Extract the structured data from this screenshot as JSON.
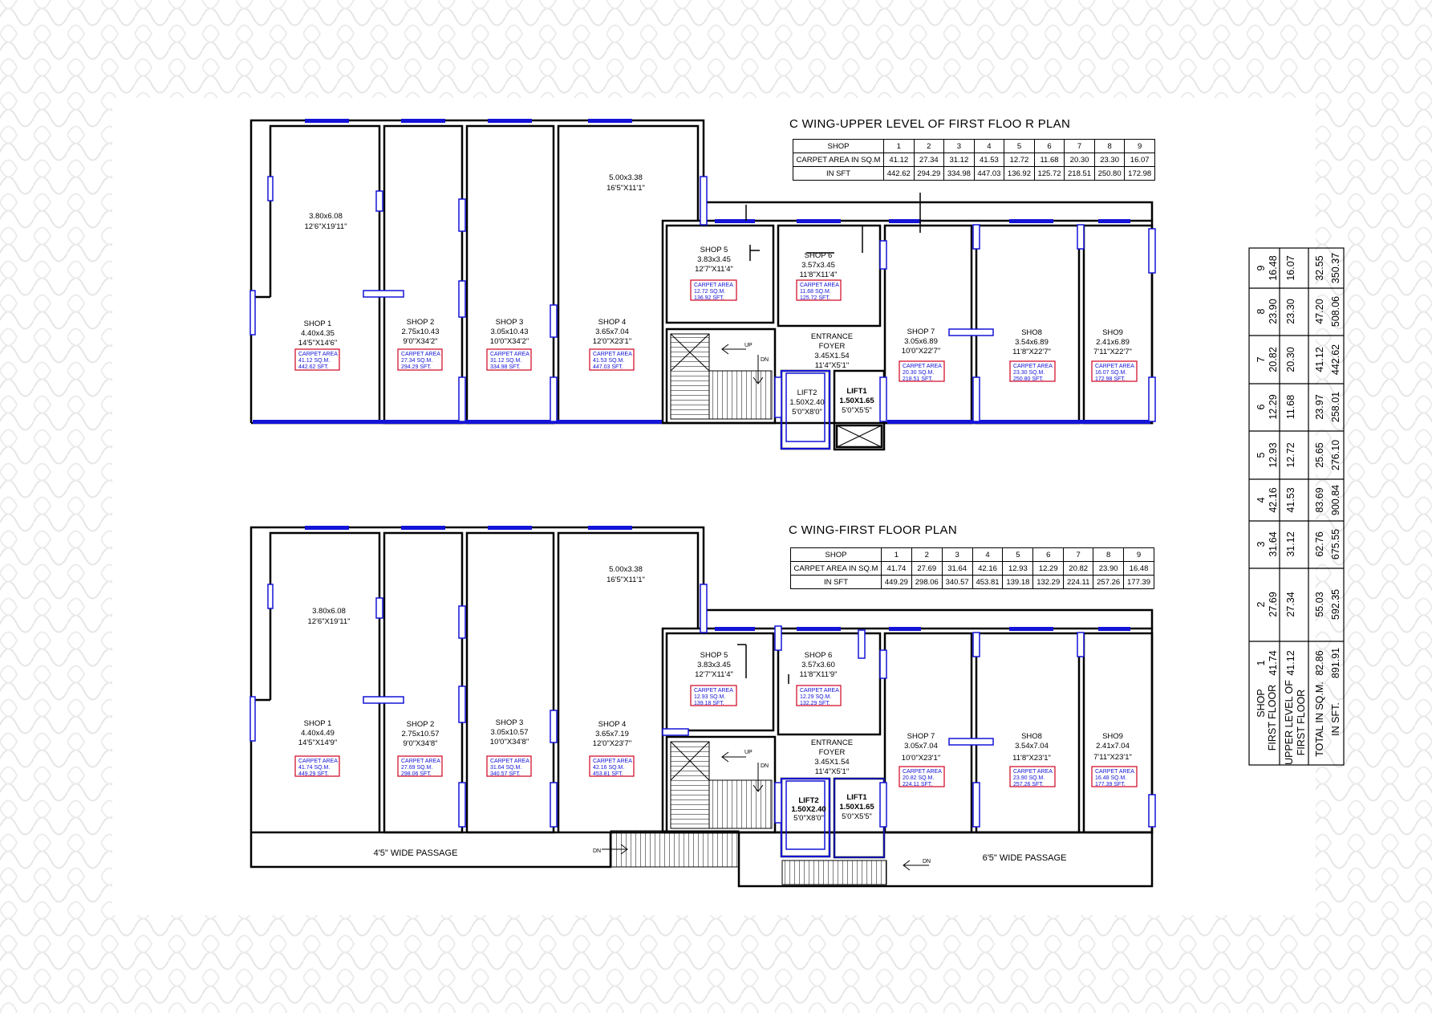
{
  "upper_plan": {
    "title": "C WING-UPPER LEVEL OF FIRST FLOO R PLAN",
    "table": {
      "header": [
        "SHOP",
        "1",
        "2",
        "3",
        "4",
        "5",
        "6",
        "7",
        "8",
        "9"
      ],
      "rows": [
        [
          "CARPET AREA IN SQ.M",
          "41.12",
          "27.34",
          "31.12",
          "41.53",
          "12.72",
          "11.68",
          "20.30",
          "23.30",
          "16.07"
        ],
        [
          "IN SFT",
          "442.62",
          "294.29",
          "334.98",
          "447.03",
          "136.92",
          "125.72",
          "218.51",
          "250.80",
          "172.98"
        ]
      ]
    },
    "rooms": {
      "room_top": [
        "5.00x3.38",
        "16'5\"X11'1\""
      ],
      "room_left": [
        "3.80x6.08",
        "12'6\"X19'11\""
      ],
      "shop1": [
        "SHOP 1",
        "4.40x4.35",
        "14'5\"X14'6\""
      ],
      "shop1_area": [
        "CARPET AREA",
        "41.12 SQ.M.",
        "442.62 SFT."
      ],
      "shop2": [
        "SHOP 2",
        "2.75x10.43",
        "9'0\"X34'2\""
      ],
      "shop2_area": [
        "CARPET AREA",
        "27.34 SQ.M.",
        "294.29 SFT."
      ],
      "shop3": [
        "SHOP 3",
        "3.05x10.43",
        "10'0\"X34'2\""
      ],
      "shop3_area": [
        "CARPET AREA",
        "31.12 SQ.M.",
        "334.98 SFT."
      ],
      "shop4": [
        "SHOP 4",
        "3.65x7.04",
        "12'0\"X23'1\""
      ],
      "shop4_area": [
        "CARPET AREA",
        "41.53 SQ.M.",
        "447.03 SFT."
      ],
      "shop5": [
        "SHOP 5",
        "3.83x3.45",
        "12'7\"X11'4\""
      ],
      "shop5_area": [
        "CARPET AREA",
        "12.72 SQ.M.",
        "136.92 SFT."
      ],
      "shop6": [
        "SHOP 6",
        "3.57x3.45",
        "11'8\"X11'4\""
      ],
      "shop6_area": [
        "CARPET AREA",
        "11.68 SQ.M.",
        "125.72 SFT."
      ],
      "shop7": [
        "SHOP 7",
        "3.05x6.89",
        "10'0\"X22'7\""
      ],
      "shop7_area": [
        "CARPET AREA",
        "20.30 SQ.M.",
        "218.51 SFT."
      ],
      "shop8": [
        "SHO8",
        "3.54x6.89",
        "11'8\"X22'7\""
      ],
      "shop8_area": [
        "CARPET AREA",
        "23.30 SQ.M.",
        "250.80 SFT."
      ],
      "shop9": [
        "SHO9",
        "2.41x6.89",
        "7'11\"X22'7\""
      ],
      "shop9_area": [
        "CARPET AREA",
        "16.07 SQ.M.",
        "172.98 SFT."
      ],
      "foyer": [
        "ENTRANCE",
        "FOYER",
        "3.45X1.54",
        "11'4\"X5'1\""
      ],
      "lift2": [
        "LIFT2",
        "1.50X2.40",
        "5'0\"X8'0\""
      ],
      "lift1": [
        "LIFT1",
        "1.50X1.65",
        "5'0\"X5'5\""
      ],
      "up": "UP",
      "dn": "DN"
    }
  },
  "first_plan": {
    "title": "C WING-FIRST FLOOR  PLAN",
    "table": {
      "header": [
        "SHOP",
        "1",
        "2",
        "3",
        "4",
        "5",
        "6",
        "7",
        "8",
        "9"
      ],
      "rows": [
        [
          "CARPET AREA IN SQ.M",
          "41.74",
          "27.69",
          "31.64",
          "42.16",
          "12.93",
          "12.29",
          "20.82",
          "23.90",
          "16.48"
        ],
        [
          "IN SFT",
          "449.29",
          "298.06",
          "340.57",
          "453.81",
          "139.18",
          "132.29",
          "224.11",
          "257.26",
          "177.39"
        ]
      ]
    },
    "rooms": {
      "room_top": [
        "5.00x3.38",
        "16'5\"X11'1\""
      ],
      "room_left": [
        "3.80x6.08",
        "12'6\"X19'11\""
      ],
      "shop1": [
        "SHOP 1",
        "4.40x4.49",
        "14'5\"X14'9\""
      ],
      "shop1_area": [
        "CARPET AREA",
        "41.74 SQ.M.",
        "449.29 SFT."
      ],
      "shop2": [
        "SHOP 2",
        "2.75x10.57",
        "9'0\"X34'8\""
      ],
      "shop2_area": [
        "CARPET AREA",
        "27.69 SQ.M.",
        "298.06 SFT."
      ],
      "shop3": [
        "SHOP 3",
        "3.05x10.57",
        "10'0\"X34'8\""
      ],
      "shop3_area": [
        "CARPET AREA",
        "31.64 SQ.M.",
        "340.57 SFT."
      ],
      "shop4": [
        "SHOP 4",
        "3.65x7.19",
        "12'0\"X23'7\""
      ],
      "shop4_area": [
        "CARPET AREA",
        "42.16 SQ.M.",
        "453.81 SFT."
      ],
      "shop5": [
        "SHOP 5",
        "3.83x3.45",
        "12'7\"X11'4\""
      ],
      "shop5_area": [
        "CARPET AREA",
        "12.93 SQ.M.",
        "139.18 SFT."
      ],
      "shop6": [
        "SHOP 6",
        "3.57x3.60",
        "11'8\"X11'9\""
      ],
      "shop6_area": [
        "CARPET AREA",
        "12.29 SQ.M.",
        "132.29 SFT."
      ],
      "shop7": [
        "SHOP 7",
        "3.05x7.04",
        "10'0\"X23'1\""
      ],
      "shop7_area": [
        "CARPET AREA",
        "20.82 SQ.M.",
        "224.11 SFT."
      ],
      "shop8": [
        "SHO8",
        "3.54x7.04",
        "11'8\"X23'1\""
      ],
      "shop8_area": [
        "CARPET AREA",
        "23.90 SQ.M.",
        "257.26 SFT."
      ],
      "shop9": [
        "SHO9",
        "2.41x7.04",
        "7'11\"X23'1\""
      ],
      "shop9_area": [
        "CARPET AREA",
        "16.48 SQ.M.",
        "177.39 SFT."
      ],
      "foyer": [
        "ENTRANCE",
        "FOYER",
        "3.45X1.54",
        "11'4\"X5'1\""
      ],
      "lift2": [
        "LIFT2",
        "1.50X2.40",
        "5'0\"X8'0\""
      ],
      "lift1": [
        "LIFT1",
        "1.50X1.65",
        "5'0\"X5'5\""
      ],
      "up": "UP",
      "dn": "DN",
      "dn2": "DN",
      "dn3": "DN",
      "passage_left": "4'5\" WIDE PASSAGE",
      "passage_right": "6'5\" WIDE PASSAGE"
    }
  },
  "summary": {
    "columns": [
      "SHOP",
      "1",
      "2",
      "3",
      "4",
      "5",
      "6",
      "7",
      "8",
      "9"
    ],
    "rows": [
      {
        "label": [
          "FIRST FLOOR"
        ],
        "values": [
          "41.74",
          "27.69",
          "31.64",
          "42.16",
          "12.93",
          "12.29",
          "20.82",
          "23.90",
          "16.48"
        ]
      },
      {
        "label": [
          "UPPER LEVEL OF",
          "FIRST FLOOR"
        ],
        "values": [
          "41.12",
          "27.34",
          "31.12",
          "41.53",
          "12.72",
          "11.68",
          "20.30",
          "23.30",
          "16.07"
        ]
      },
      {
        "label": [
          "TOTAL IN SQ.M."
        ],
        "values": [
          "82.86",
          "55.03",
          "62.76",
          "83.69",
          "25.65",
          "23.97",
          "41.12",
          "47.20",
          "32.55"
        ]
      },
      {
        "label": [
          "IN SFT."
        ],
        "values": [
          "891.91",
          "592.35",
          "675.55",
          "900.84",
          "276.10",
          "258.01",
          "442.62",
          "508.06",
          "350.37"
        ]
      }
    ]
  },
  "colors": {
    "wall": "#000000",
    "window": "#1414d8",
    "area_box": "#d0001f",
    "area_text": "#1414d8",
    "background_pattern": "#e6e6e6"
  }
}
